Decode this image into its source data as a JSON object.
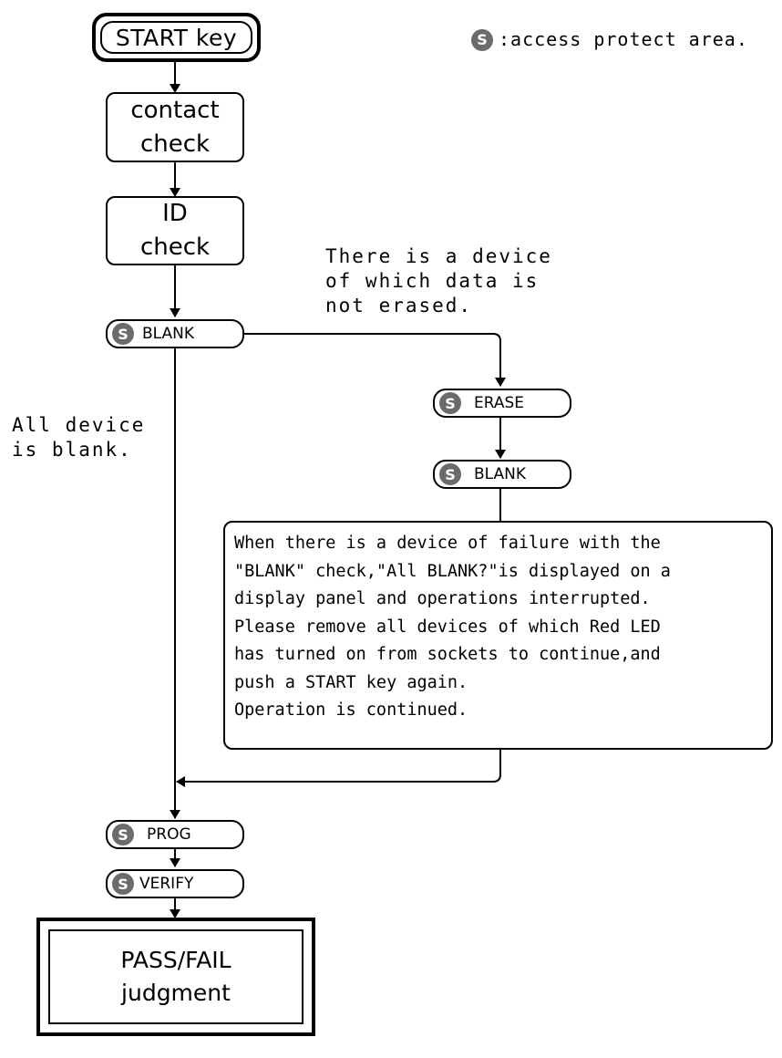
{
  "legend": {
    "badge": "S",
    "text": ":access protect area."
  },
  "nodes": {
    "start": "START key",
    "contact": [
      "contact",
      "check"
    ],
    "id": [
      "ID",
      "check"
    ],
    "blank1": "BLANK",
    "erase": "ERASE",
    "blank2": "BLANK",
    "prog": "PROG",
    "verify": "VERIFY",
    "pass": [
      "PASS/FAIL",
      "judgment"
    ]
  },
  "labels": {
    "not_erased": [
      "There is a device",
      "of which data is",
      "not erased."
    ],
    "all_blank": [
      "All device",
      "is blank."
    ]
  },
  "note_lines": [
    "When there is a device of failure with the",
    "\"BLANK\" check,\"All BLANK?\"is displayed on a",
    "display panel and operations interrupted.",
    "Please remove all devices of which Red LED",
    "has turned on from sockets to continue,and",
    "push a START key again.",
    "Operation is continued."
  ],
  "badge_letter": "S"
}
